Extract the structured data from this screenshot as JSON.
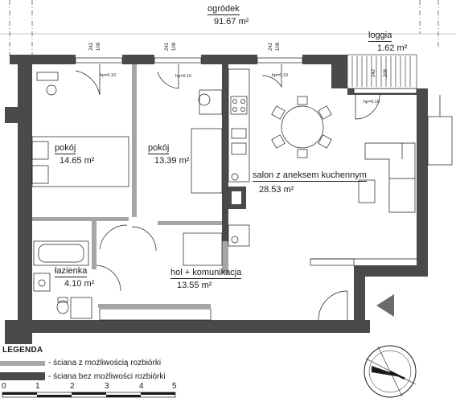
{
  "rooms": {
    "ogrodek": {
      "name": "ogródek",
      "area": "91.67",
      "unit": "m²"
    },
    "loggia": {
      "name": "loggia",
      "area": "1.62",
      "unit": "m²"
    },
    "pokoj1": {
      "name": "pokój",
      "area": "14.65",
      "unit": "m²"
    },
    "pokoj2": {
      "name": "pokój",
      "area": "13.39",
      "unit": "m²"
    },
    "salon": {
      "name": "salon z aneksem kuchennym",
      "area": "28.53",
      "unit": "m²"
    },
    "lazienka": {
      "name": "łazienka",
      "area": "4.10",
      "unit": "m²"
    },
    "hol": {
      "name": "hol + komunikacja",
      "area": "13.55",
      "unit": "m²"
    }
  },
  "windows": {
    "w1": {
      "height": "242",
      "width": "108",
      "hp": "hp=0.10"
    },
    "w2": {
      "height": "242",
      "width": "108",
      "hp": "hp=0.10"
    },
    "w3": {
      "height": "242",
      "width": "108",
      "hp": "hp=0.10"
    },
    "w4": {
      "height": "242",
      "width": "208",
      "hp": "hp=0.10"
    }
  },
  "legend": {
    "title": "LEGENDA",
    "removable": "- ściana z możliwością rozbiórki",
    "fixed": "- ściana bez możliwości rozbiórki"
  },
  "scale": {
    "ticks": [
      "0",
      "1",
      "2",
      "3",
      "4",
      "5"
    ]
  },
  "colors": {
    "wall_fixed": "#4a4a4a",
    "wall_removable": "#a6a6a6",
    "line": "#1a1a1a"
  },
  "icons": {
    "compass": "compass-rose-icon",
    "entrance": "entrance-arrow-icon"
  }
}
